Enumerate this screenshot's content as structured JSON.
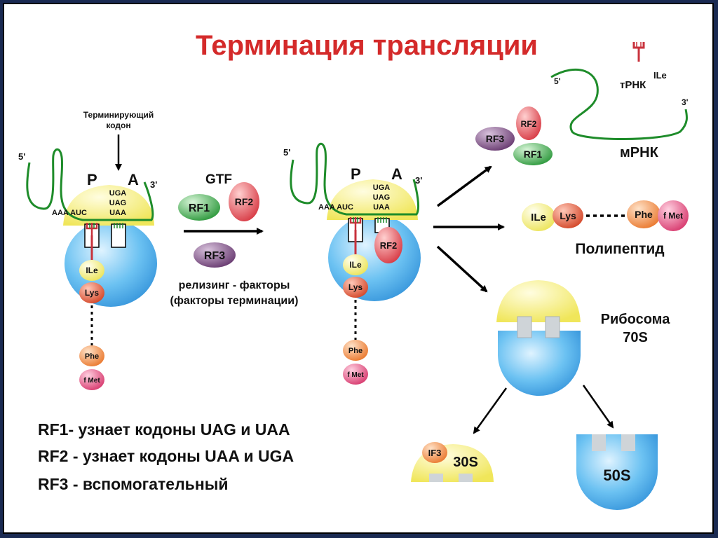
{
  "title": "Терминация трансляции",
  "colors": {
    "title": "#d42a2a",
    "mrna": "#1e8c2a",
    "small_subunit": "#f3ee78",
    "large_subunit": "#55b4ee",
    "rf1": "#3aa84a",
    "rf2": "#e4525a",
    "rf3": "#7a4d80",
    "ile": "#f5f07a",
    "lys": "#e05a3a",
    "phe": "#f08a40",
    "fmet": "#e4487a",
    "trna": "#c8323c"
  },
  "left_ribosome": {
    "terminating_codon_label": [
      "Терминирующий",
      "кодон"
    ],
    "five_prime": "5'",
    "three_prime": "3'",
    "site_p": "P",
    "site_a": "A",
    "codons_left": "AAA AUC",
    "stop_codons": [
      "UGA",
      "UAG",
      "UAA"
    ],
    "chain": [
      "ILe",
      "Lys",
      "Phe",
      "f Met"
    ]
  },
  "factors": {
    "gtf": "GTF",
    "rf1": "RF1",
    "rf2": "RF2",
    "rf3": "RF3",
    "caption_line1": "релизинг - факторы",
    "caption_line2": "(факторы терминации)"
  },
  "middle_ribosome": {
    "five_prime": "5'",
    "three_prime": "3'",
    "site_p": "P",
    "site_a": "A",
    "codons_left": "AAA AUC",
    "stop_codons": [
      "UGA",
      "UAG",
      "UAA"
    ],
    "bound_factor": "RF2",
    "chain": [
      "ILe",
      "Lys",
      "Phe",
      "f Met"
    ]
  },
  "products": {
    "released_factors": [
      "RF3",
      "RF2",
      "RF1"
    ],
    "trna_label": "тРНК",
    "trna_superscript": "ILe",
    "mrna_label": "мРНК",
    "mrna_five": "5'",
    "mrna_three": "3'",
    "polypeptide_chain": [
      "ILe",
      "Lys",
      "Phe",
      "f Met"
    ],
    "polypeptide_label": "Полипептид",
    "ribosome_label_line1": "Рибосома",
    "ribosome_label_line2": "70S",
    "small_label": "30S",
    "if3": "IF3",
    "large_label": "50S"
  },
  "legend": [
    "RF1- узнает кодоны UAG и UAA",
    "RF2 - узнает кодоны UAA и UGA",
    "RF3 - вспомогательный"
  ]
}
